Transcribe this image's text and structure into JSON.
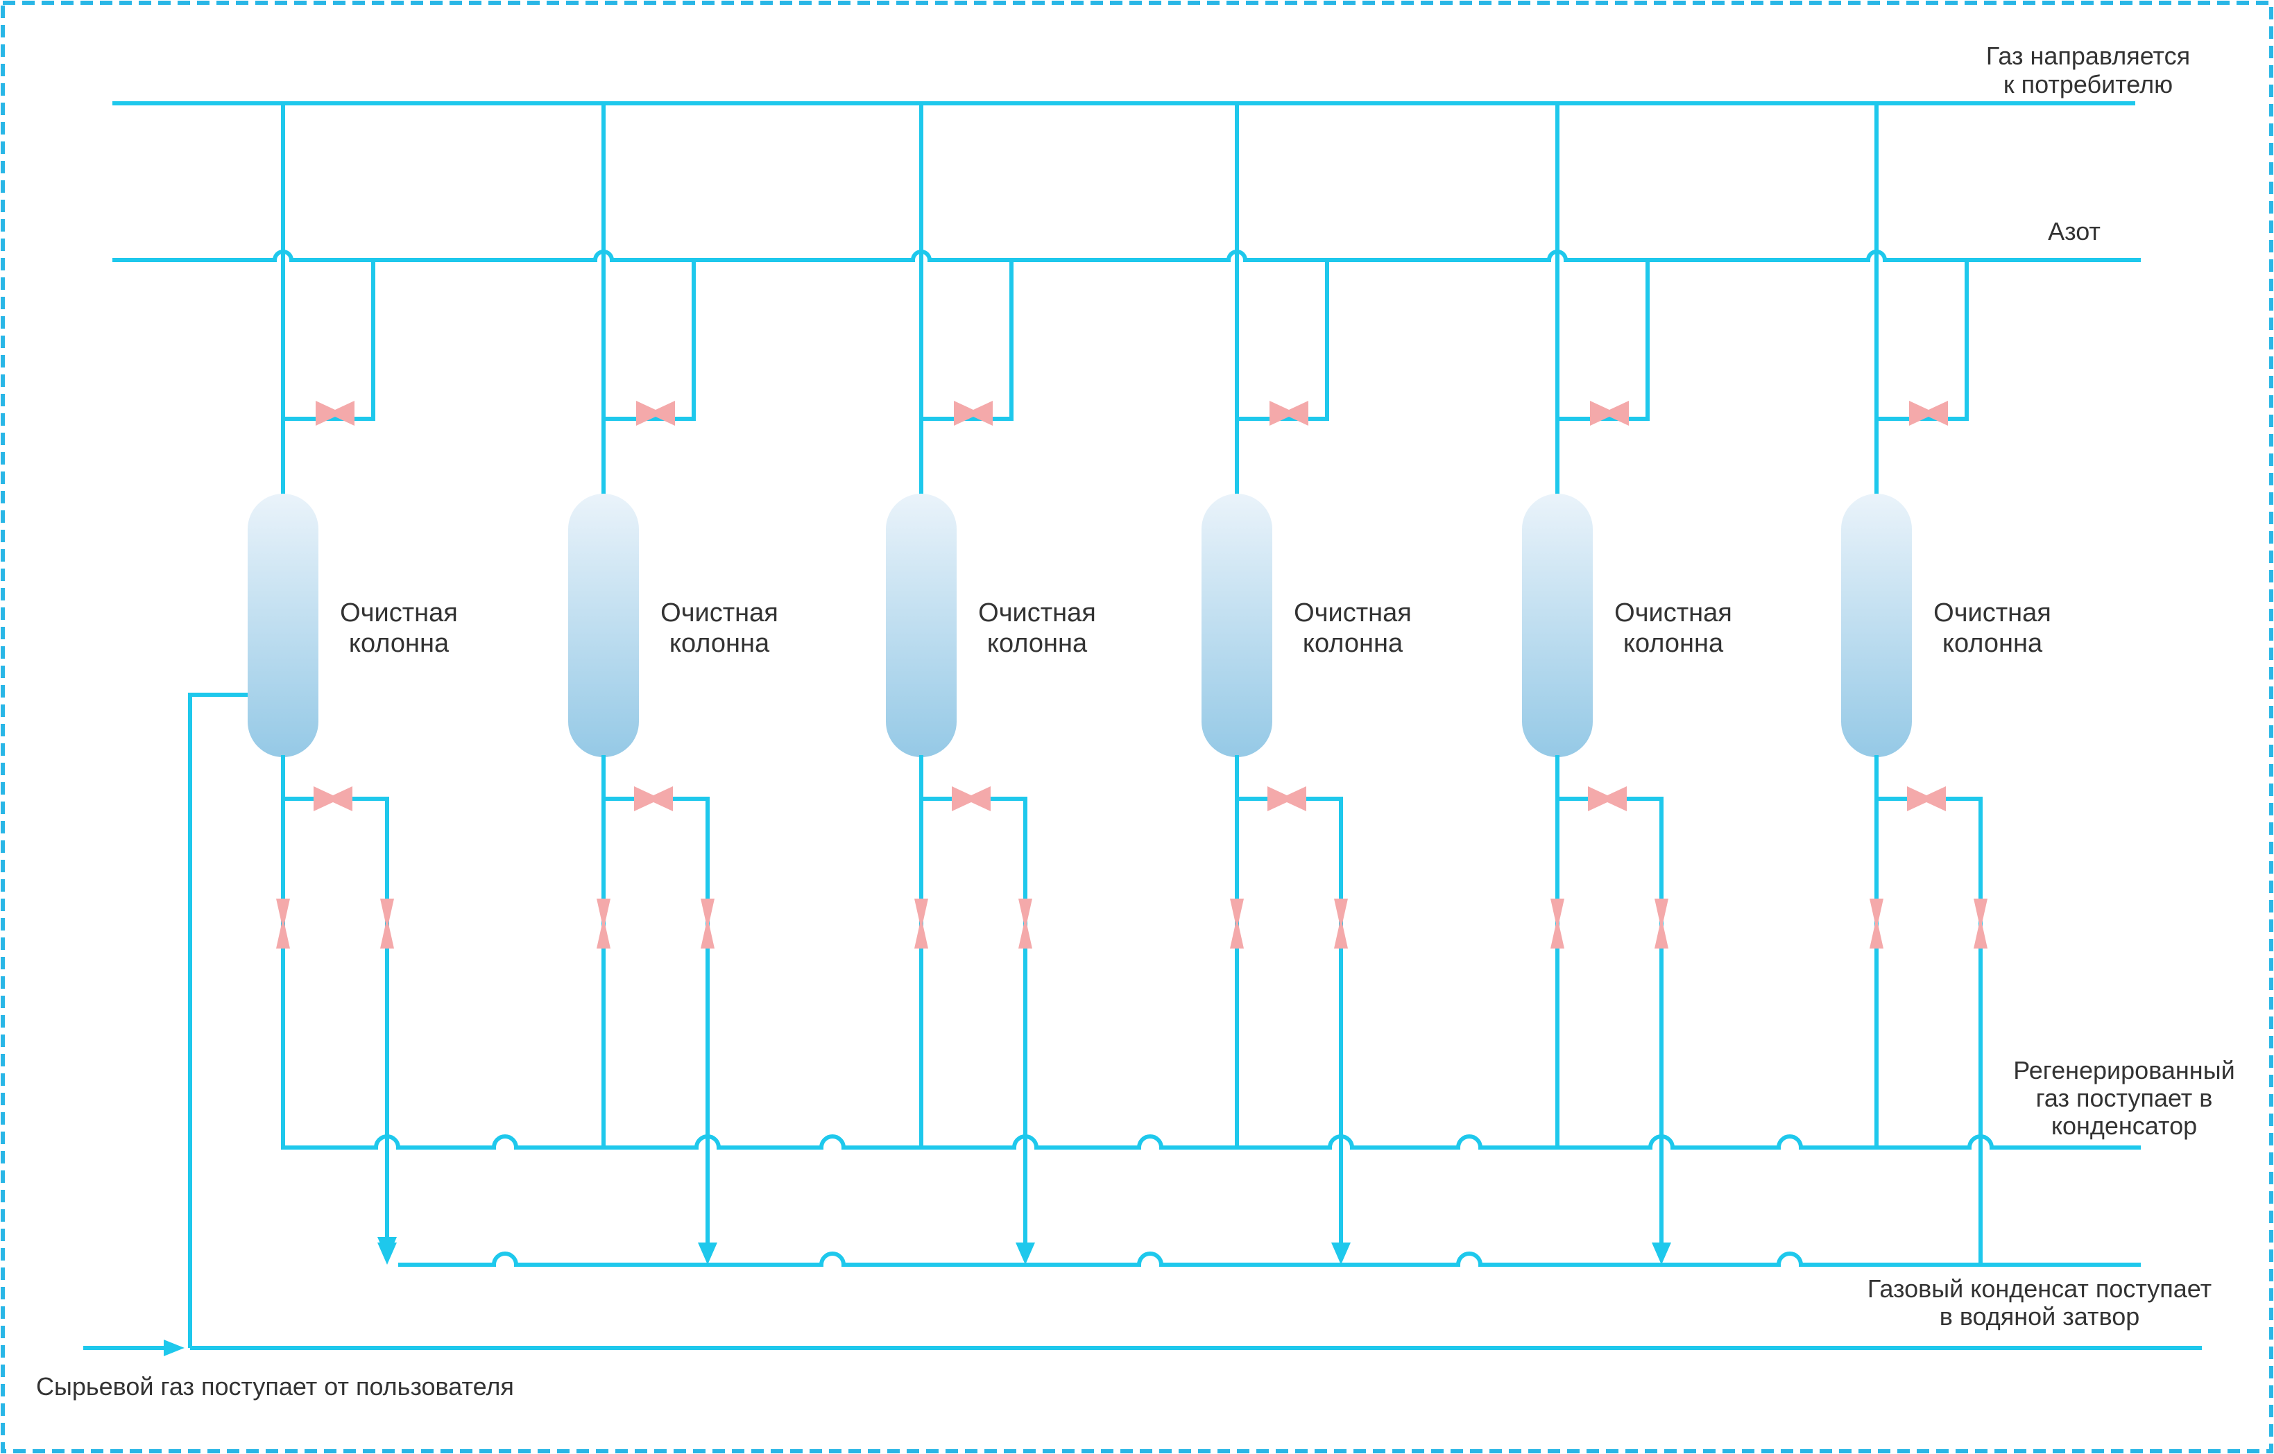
{
  "labels": {
    "consumer_line1": "Газ направляется",
    "consumer_line2": "к потребителю",
    "nitrogen": "Азот",
    "regen_line1": "Регенерированный",
    "regen_line2": "газ поступает в",
    "regen_line3": "конденсатор",
    "condensate_line1": "Газовый конденсат поступает",
    "condensate_line2": "в водяной затвор",
    "raw_gas": "Сырьевой газ поступает от пользователя"
  },
  "columns": [
    {
      "line1": "Очистная",
      "line2": "колонна"
    },
    {
      "line1": "Очистная",
      "line2": "колонна"
    },
    {
      "line1": "Очистная",
      "line2": "колонна"
    },
    {
      "line1": "Очистная",
      "line2": "колонна"
    },
    {
      "line1": "Очистная",
      "line2": "колонна"
    },
    {
      "line1": "Очистная",
      "line2": "колонна"
    }
  ],
  "colors": {
    "pipe": "#1ec8ec",
    "border": "#29b6e6",
    "valve": "#f4a9aa",
    "vessel_top": "#eaf3fa",
    "vessel_bottom": "#95c9e6",
    "text": "#333333"
  }
}
